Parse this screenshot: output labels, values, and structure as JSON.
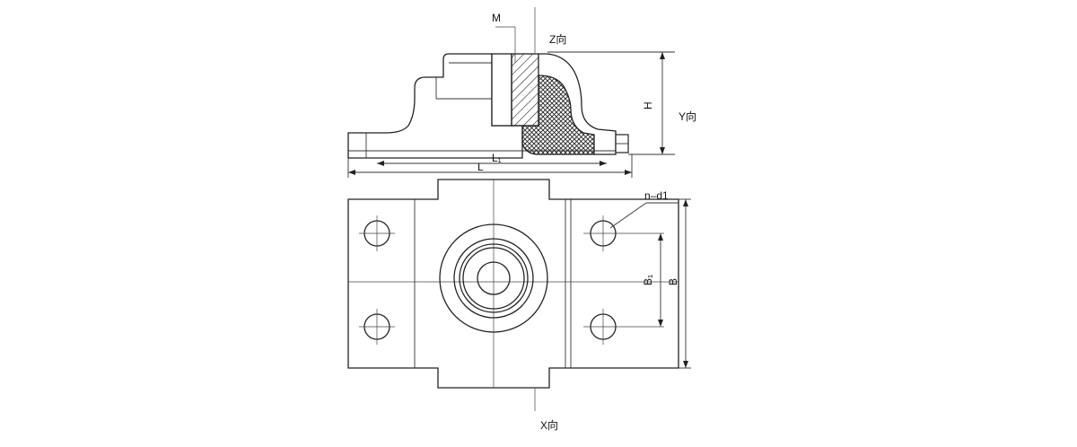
{
  "labels": {
    "m": "M",
    "z_dir": "Z向",
    "h": "H",
    "y_dir": "Y向",
    "l1": "L₁",
    "l": "L",
    "n_d1": "n–d1",
    "b1": "B₁",
    "b": "B",
    "x_dir": "X向"
  },
  "colors": {
    "line": "#222222",
    "background": "#ffffff"
  }
}
